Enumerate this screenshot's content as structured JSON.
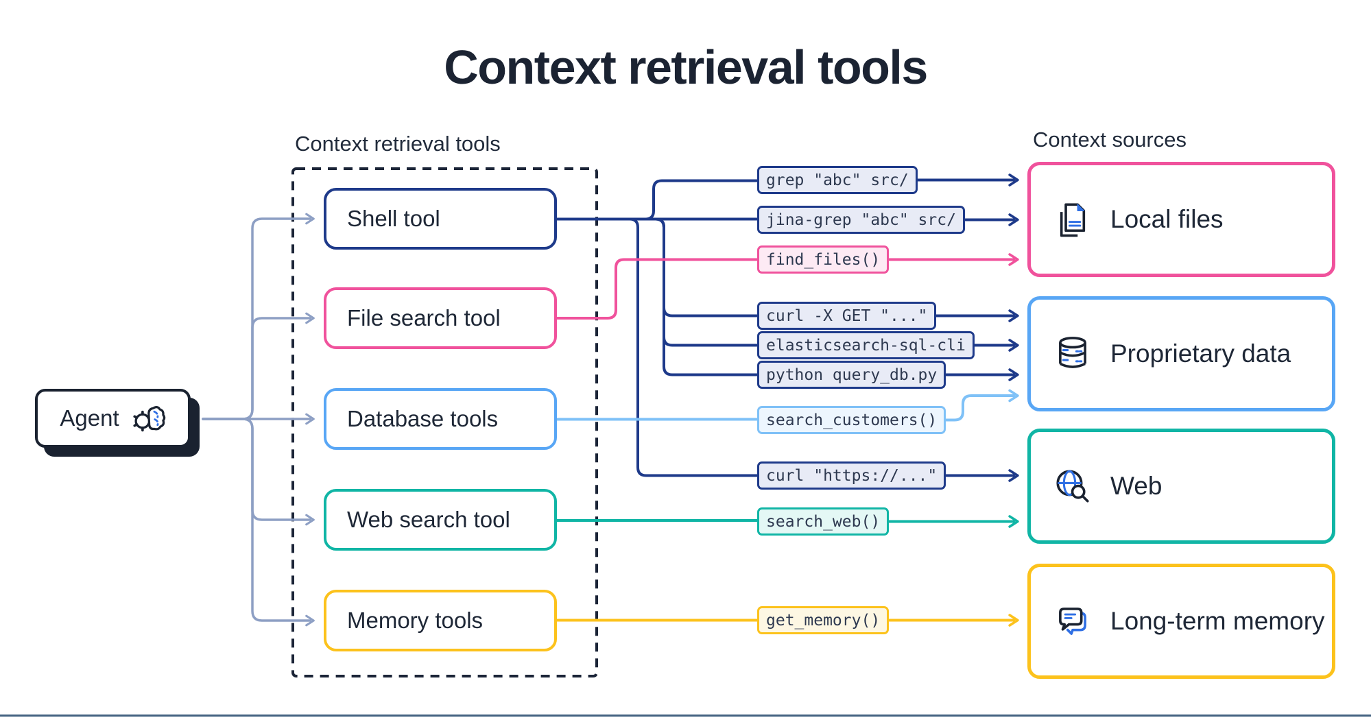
{
  "title": "Context retrieval tools",
  "agent": {
    "label": "Agent",
    "icon": "gear-brain-icon"
  },
  "tools": {
    "label": "Context retrieval tools",
    "items": [
      {
        "label": "Shell tool",
        "color": "#1e3a8a"
      },
      {
        "label": "File search tool",
        "color": "#f0529c"
      },
      {
        "label": "Database tools",
        "color": "#58a6f5"
      },
      {
        "label": "Web search tool",
        "color": "#10b5a5"
      },
      {
        "label": "Memory tools",
        "color": "#fcc21c"
      }
    ]
  },
  "commands": [
    {
      "label": "grep \"abc\" src/",
      "color": "#1e3a8a",
      "target": "Local files"
    },
    {
      "label": "jina-grep \"abc\" src/",
      "color": "#1e3a8a",
      "target": "Local files"
    },
    {
      "label": "find_files()",
      "color": "#f0529c",
      "target": "Local files"
    },
    {
      "label": "curl -X GET \"...\"",
      "color": "#1e3a8a",
      "target": "Proprietary data"
    },
    {
      "label": "elasticsearch-sql-cli",
      "color": "#1e3a8a",
      "target": "Proprietary data"
    },
    {
      "label": "python query_db.py",
      "color": "#1e3a8a",
      "target": "Proprietary data"
    },
    {
      "label": "search_customers()",
      "color": "#7fc1f7",
      "target": "Proprietary data"
    },
    {
      "label": "curl \"https://...\"",
      "color": "#1e3a8a",
      "target": "Web"
    },
    {
      "label": "search_web()",
      "color": "#10b5a5",
      "target": "Web"
    },
    {
      "label": "get_memory()",
      "color": "#fcc21c",
      "target": "Long-term memory"
    }
  ],
  "sources": {
    "label": "Context sources",
    "items": [
      {
        "label": "Local files",
        "icon": "documents-icon",
        "color": "#f0529c"
      },
      {
        "label": "Proprietary data",
        "icon": "database-icon",
        "color": "#58a6f5"
      },
      {
        "label": "Web",
        "icon": "globe-search-icon",
        "color": "#10b5a5"
      },
      {
        "label": "Long-term memory",
        "icon": "chat-bubbles-icon",
        "color": "#fcc21c"
      }
    ]
  },
  "colors": {
    "navy": "#1e3a8a",
    "pink": "#f0529c",
    "blue": "#58a6f5",
    "light_blue": "#7fc1f7",
    "teal": "#10b5a5",
    "yellow": "#fcc21c",
    "agent_fan": "#8d9fc4",
    "icon_navy": "#1a2230",
    "icon_blue": "#2f6fe4",
    "ink": "#1e2736",
    "divider": "#426180"
  }
}
